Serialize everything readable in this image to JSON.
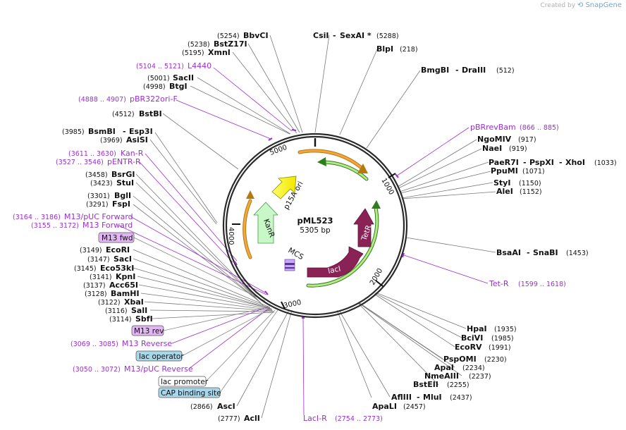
{
  "credit": {
    "label": "Created by",
    "brand": "SnapGene"
  },
  "plasmid": {
    "name": "pML523",
    "size": "5305 bp"
  },
  "ticks": [
    "1000",
    "2000",
    "3000",
    "4000",
    "5000"
  ],
  "inner_labels": {
    "p15a": "p15A ori",
    "kanr": "KanR",
    "tetr": "TetR",
    "laci": "lacI",
    "mcs": "MCS"
  },
  "top_enzymes": [
    {
      "pos": "(5254)",
      "name": "BbvCI"
    },
    {
      "pos": "(5238)",
      "name": "BstZ17I"
    },
    {
      "pos": "(5195)",
      "name": "XmnI"
    }
  ],
  "top_center": {
    "name1": "CsiI",
    "name2": "SexAI *",
    "pos": "(5288)"
  },
  "blpi": {
    "name": "BlpI",
    "pos": "(218)"
  },
  "bmgbi": {
    "name1": "BmgBI",
    "name2": "DraIII",
    "pos": "(512)"
  },
  "left_top": [
    {
      "kind": "feat",
      "pos": "(5104 .. 5121)",
      "name": "L4440"
    },
    {
      "kind": "enz",
      "pos": "(5001)",
      "name": "SacII"
    },
    {
      "kind": "enz",
      "pos": "(4998)",
      "name": "BtgI"
    },
    {
      "kind": "feat",
      "pos": "(4888 .. 4907)",
      "name": "pBR322ori-F"
    },
    {
      "kind": "enz",
      "pos": "(4512)",
      "name": "BstBI"
    }
  ],
  "bsmbi": {
    "pos": "(3985)",
    "name1": "BsmBI",
    "name2": "Esp3I"
  },
  "left_mid": [
    {
      "kind": "enz",
      "pos": "(3969)",
      "name": "AsiSI"
    },
    {
      "kind": "feat",
      "pos": "(3611 .. 3630)",
      "name": "Kan-R"
    },
    {
      "kind": "feat",
      "pos": "(3527 .. 3546)",
      "name": "pENTR-R"
    },
    {
      "kind": "enz",
      "pos": "(3458)",
      "name": "BsrGI"
    },
    {
      "kind": "enz",
      "pos": "(3423)",
      "name": "StuI"
    },
    {
      "kind": "enz",
      "pos": "(3301)",
      "name": "BglI"
    },
    {
      "kind": "enz",
      "pos": "(3291)",
      "name": "FspI"
    },
    {
      "kind": "feat",
      "pos": "(3164 .. 3186)",
      "name": "M13/pUC Forward"
    },
    {
      "kind": "feat",
      "pos": "(3155 .. 3172)",
      "name": "M13 Forward"
    }
  ],
  "left_boxes": {
    "m13fwd": "M13 fwd",
    "m13rev": "M13 rev",
    "lacop": "lac operator",
    "lacprom": "lac promoter",
    "cap": "CAP binding site"
  },
  "mcs_enzymes": [
    {
      "pos": "(3149)",
      "name": "EcoRI"
    },
    {
      "pos": "(3147)",
      "name": "SacI"
    },
    {
      "pos": "(3145)",
      "name": "Eco53kI"
    },
    {
      "pos": "(3141)",
      "name": "KpnI"
    },
    {
      "pos": "(3137)",
      "name": "Acc65I"
    },
    {
      "pos": "(3128)",
      "name": "BamHI"
    },
    {
      "pos": "(3122)",
      "name": "XbaI"
    },
    {
      "pos": "(3116)",
      "name": "SalI"
    },
    {
      "pos": "(3114)",
      "name": "SbfI"
    }
  ],
  "left_bottom": [
    {
      "kind": "feat",
      "pos": "(3069 .. 3085)",
      "name": "M13 Reverse"
    },
    {
      "kind": "feat",
      "pos": "(3050 .. 3072)",
      "name": "M13/pUC Reverse"
    }
  ],
  "asci": {
    "pos": "(2866)",
    "name": "AscI"
  },
  "acli": {
    "pos": "(2777)",
    "name": "AclI"
  },
  "lacir": {
    "name": "LacI-R",
    "pos": "(2754 .. 2773)"
  },
  "apali": {
    "name": "ApaLI",
    "pos": "(2457)"
  },
  "aflIII": {
    "name1": "AflIII",
    "name2": "MluI",
    "pos": "(2437)"
  },
  "bottom_right": [
    {
      "name": "BstEII",
      "pos": "(2255)"
    },
    {
      "name": "NmeAIII",
      "pos": "(2237)"
    },
    {
      "name": "ApaI",
      "pos": "(2234)"
    },
    {
      "name": "PspOMI",
      "pos": "(2230)"
    },
    {
      "name": "EcoRV",
      "pos": "(1991)"
    },
    {
      "name": "BciVI",
      "pos": "(1985)"
    },
    {
      "name": "HpaI",
      "pos": "(1935)"
    }
  ],
  "tetr_primer": {
    "name": "Tet-R",
    "pos": "(1599 .. 1618)"
  },
  "bsaai": {
    "name1": "BsaAI",
    "name2": "SnaBI",
    "pos": "(1453)"
  },
  "right_top": [
    {
      "kind": "feat",
      "name": "pBRrevBam",
      "pos": "(866 .. 885)"
    },
    {
      "kind": "enz",
      "name": "NgoMIV",
      "pos": "(917)"
    },
    {
      "kind": "enz",
      "name": "NaeI",
      "pos": "(919)"
    }
  ],
  "paer7i": {
    "name1": "PaeR7I",
    "name2": "PspXI",
    "name3": "XhoI",
    "pos": "(1033)"
  },
  "right_mid": [
    {
      "name": "PpuMI",
      "pos": "(1071)"
    },
    {
      "name": "StyI",
      "pos": "(1150)"
    },
    {
      "name": "AleI",
      "pos": "(1152)"
    }
  ]
}
